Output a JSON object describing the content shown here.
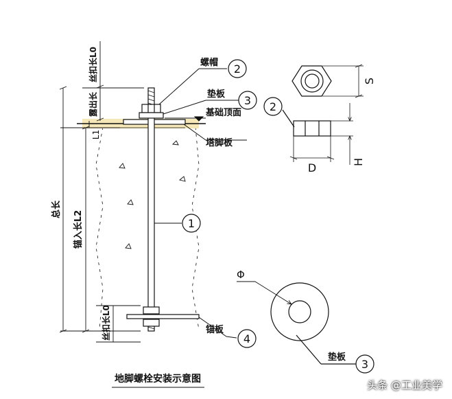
{
  "title": "地脚螺栓安装示意图",
  "watermark": "头条 @工业美学",
  "labels": {
    "nut": "螺帽",
    "washer": "垫板",
    "foundation_top": "基础顶面",
    "tower_plate": "塔脚板",
    "anchor_plate": "锚板",
    "washer_detail": "垫板"
  },
  "dimensions": {
    "thread_top": "丝扣长L0",
    "exposed": "露出长",
    "l1": "L1",
    "total": "总长",
    "embed": "锚入长L2",
    "thread_bottom": "丝扣长L0",
    "s": "S",
    "d": "D",
    "h": "H",
    "phi": "Φ"
  },
  "balloons": {
    "rod": "1",
    "nut": "2",
    "washer": "3",
    "anchor_plate": "4",
    "nut_detail": "2",
    "washer_detail": "3"
  },
  "colors": {
    "line": "#111111",
    "highlight_band": "#f6e7b8"
  }
}
